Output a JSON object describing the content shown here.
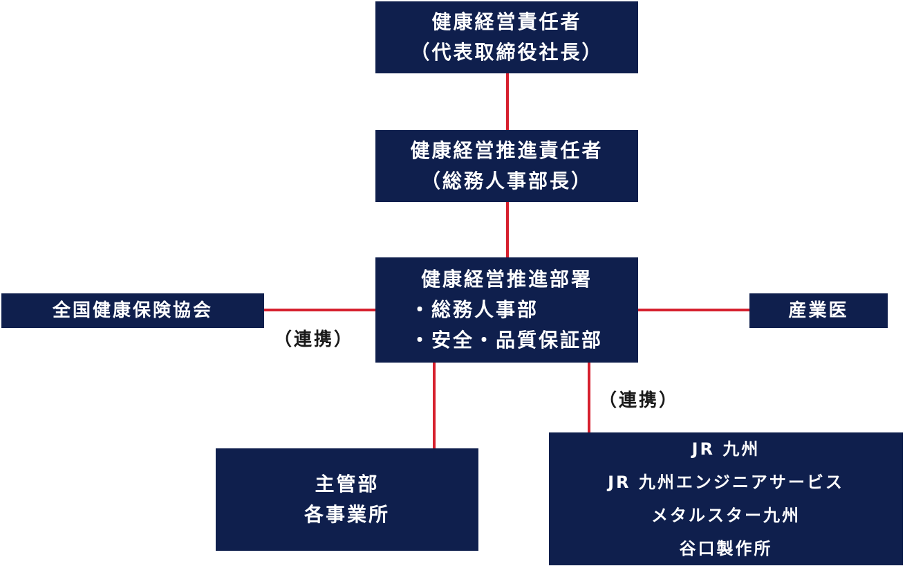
{
  "nodes": {
    "ceo": {
      "title": "健康経営責任者",
      "subtitle": "（代表取締役社長）"
    },
    "promoter": {
      "title": "健康経営推進責任者",
      "subtitle": "（総務人事部長）"
    },
    "promotion_dept": {
      "title": "健康経営推進部署",
      "items": [
        "・総務人事部",
        "・安全・品質保証部"
      ]
    },
    "association": {
      "label": "全国健康保険協会"
    },
    "doctor": {
      "label": "産業医"
    },
    "offices": {
      "lines": [
        "主管部",
        "各事業所"
      ]
    },
    "partners": {
      "lines": [
        "JR 九州",
        "JR 九州エンジニアサービス",
        "メタルスター九州",
        "谷口製作所"
      ]
    }
  },
  "notes": {
    "left_link": "（連携）",
    "bottom_link": "（連携）"
  },
  "colors": {
    "box_fill": "#0f1f4d",
    "connector": "#d6202e",
    "box_text": "#ffffff"
  }
}
